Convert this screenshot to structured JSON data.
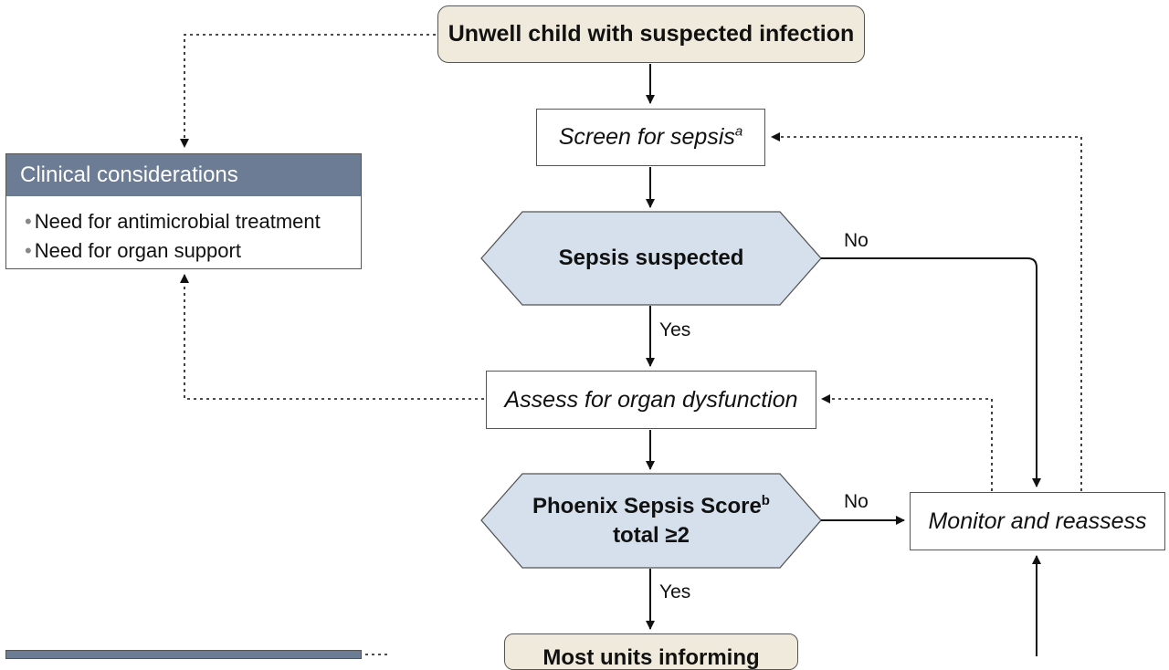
{
  "nodes": {
    "start": "Unwell child with suspected infection",
    "screen": {
      "text": "Screen for sepsis",
      "sup": "a"
    },
    "sepsis_suspected": "Sepsis suspected",
    "assess": "Assess for organ dysfunction",
    "phoenix": {
      "line1": "Phoenix Sepsis Score",
      "sup": "b",
      "line2": "total ≥2"
    },
    "monitor": "Monitor and reassess",
    "bottom_partial": "Most units informing"
  },
  "edge_labels": {
    "no_1": "No",
    "yes_1": "Yes",
    "no_2": "No",
    "yes_2": "Yes"
  },
  "clinical": {
    "header": "Clinical considerations",
    "items": [
      "Need for antimicrobial treatment",
      "Need for organ support"
    ]
  },
  "colors": {
    "start_fill": "#efeadb",
    "decision_fill": "#d5e0ec",
    "header_fill": "#6d7c95",
    "line": "#111111"
  }
}
